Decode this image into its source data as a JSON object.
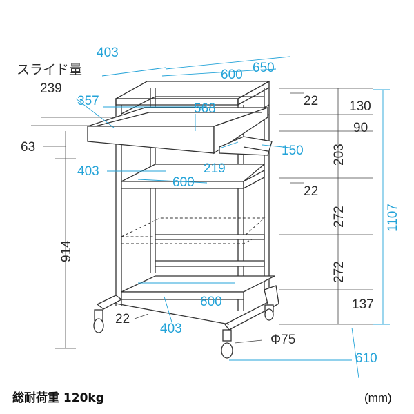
{
  "diagram": {
    "slide_label": "スライド量",
    "caption": "総耐荷重 120kg",
    "unit": "(mm)",
    "dims": {
      "top_depth": "403",
      "top_width_outer": "650",
      "top_width": "600",
      "slide": "239",
      "drawer_depth": "357",
      "drawer_width": "568",
      "drawer_height": "63",
      "side_shelf_width": "150",
      "side_shelf_depth": "219",
      "mid_shelf_depth": "403",
      "mid_shelf_width": "600",
      "height_914": "914",
      "bottom_width": "600",
      "bottom_depth": "403",
      "caster_gap": "22",
      "caster_dia": "Φ75",
      "base_depth": "610",
      "top_thickness": "22",
      "mid_thickness": "22",
      "gap_130": "130",
      "gap_90": "90",
      "gap_203": "203",
      "gap_272a": "272",
      "gap_272b": "272",
      "gap_137": "137",
      "total_height": "1107"
    }
  }
}
